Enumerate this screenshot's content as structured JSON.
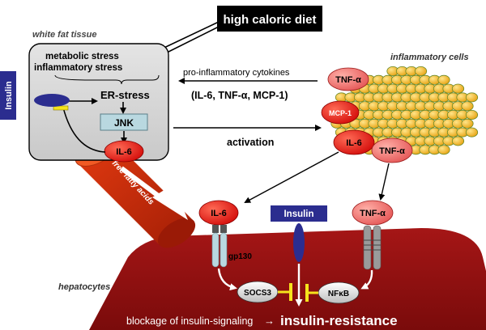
{
  "diet": {
    "label": "high caloric diet"
  },
  "white_fat": {
    "title": "white fat tissue",
    "stress1": "metabolic stress",
    "stress2": "inflammatory stress",
    "er_stress": "ER-stress",
    "jnk": "JNK",
    "il6": "IL-6"
  },
  "insulin_side": {
    "label": "Insulin"
  },
  "cytokines": {
    "caption": "pro-inflammatory cytokines",
    "list": "(IL-6, TNF-α, MCP-1)"
  },
  "activation": {
    "label": "activation"
  },
  "inflammatory": {
    "title": "inflammatory cells",
    "tnf_top": "TNF-α",
    "mcp1": "MCP-1",
    "il6": "IL-6",
    "tnf_bottom": "TNF-α"
  },
  "ffa": {
    "label": "free fatty acids"
  },
  "hepatocytes": {
    "title": "hepatocytes",
    "il6": "IL-6",
    "insulin": "Insulin",
    "tnf": "TNF-α",
    "gp130": "gp130",
    "socs3": "SOCS3",
    "nfkb": "NFκB"
  },
  "bottom": {
    "blockage": "blockage of insulin-signaling",
    "arrow": "→",
    "result": "insulin-resistance"
  },
  "colors": {
    "red": "#e4100c",
    "pink": "#f26d6d",
    "liver": "#8c0f0f",
    "navy": "#2b2d8f",
    "cell_fill": "#f2c31a",
    "cell_stroke": "#6a8a2a",
    "box_fill": "#d4d4d4",
    "jnk_fill": "#b9d8e0",
    "yellow": "#f5e31c"
  }
}
